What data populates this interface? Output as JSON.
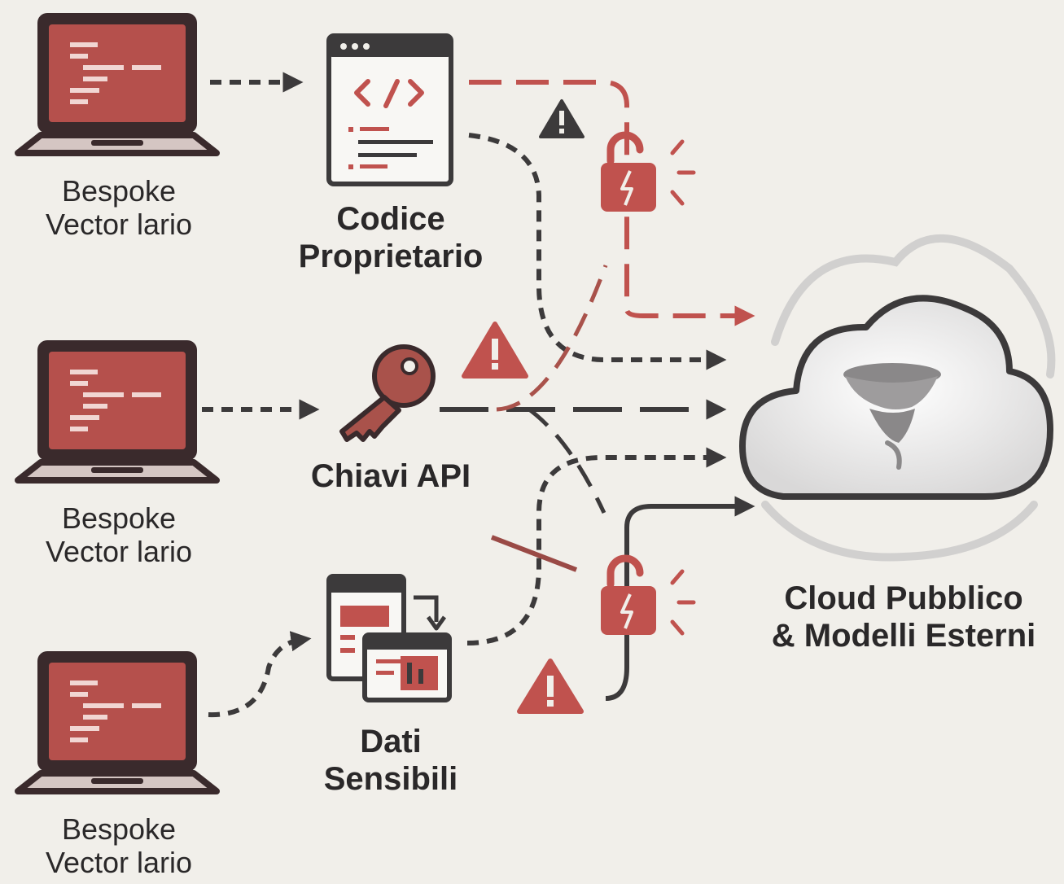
{
  "developers": [
    {
      "line1": "Bespoke",
      "line2": "Vector lario"
    },
    {
      "line1": "Bespoke",
      "line2": "Vector lario"
    },
    {
      "line1": "Bespoke",
      "line2": "Vector lario"
    }
  ],
  "assets": {
    "code": {
      "line1": "Codice",
      "line2": "Proprietario"
    },
    "keys": {
      "line1": "Chiavi API"
    },
    "data": {
      "line1": "Dati",
      "line2": "Sensibili"
    }
  },
  "cloud": {
    "line1": "Cloud Pubblico",
    "line2": "& Modelli Esterni"
  },
  "colors": {
    "accent": "#c0524e",
    "dark": "#3c3a3b",
    "background": "#f1efea",
    "screen": "#b5504c"
  }
}
